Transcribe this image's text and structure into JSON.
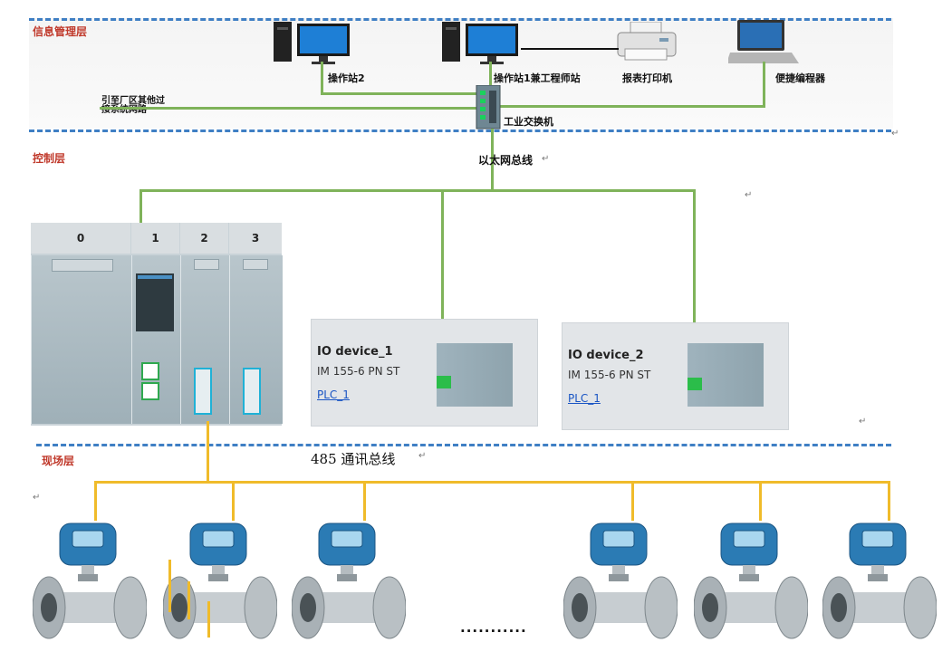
{
  "layers": {
    "info": "信息管理层",
    "control": "控制层",
    "field": "现场层"
  },
  "devices": {
    "station2": "操作站2",
    "station1": "操作站1兼工程师站",
    "printer": "报表打印机",
    "laptop": "便捷编程器",
    "switch": "工业交换机",
    "external_link": "引至厂区其他过\n接系统网路"
  },
  "buses": {
    "ethernet": "以太网总线",
    "rs485": "485 通讯总线"
  },
  "plc_rack": {
    "slots": [
      "0",
      "1",
      "2",
      "3"
    ]
  },
  "io_devices": [
    {
      "name": "IO device_1",
      "type": "IM 155-6 PN ST",
      "link": "PLC_1"
    },
    {
      "name": "IO device_2",
      "type": "IM 155-6 PN ST",
      "link": "PLC_1"
    }
  ],
  "ellipsis": "...........",
  "marks": {
    "return": "↵"
  },
  "colors": {
    "ethernet_line": "#7fb35a",
    "rs485_line": "#f0bb2a",
    "layer_divider": "#3f7fc4",
    "layer_label": "#c0392b",
    "meter_head": "#2b7bb4"
  }
}
